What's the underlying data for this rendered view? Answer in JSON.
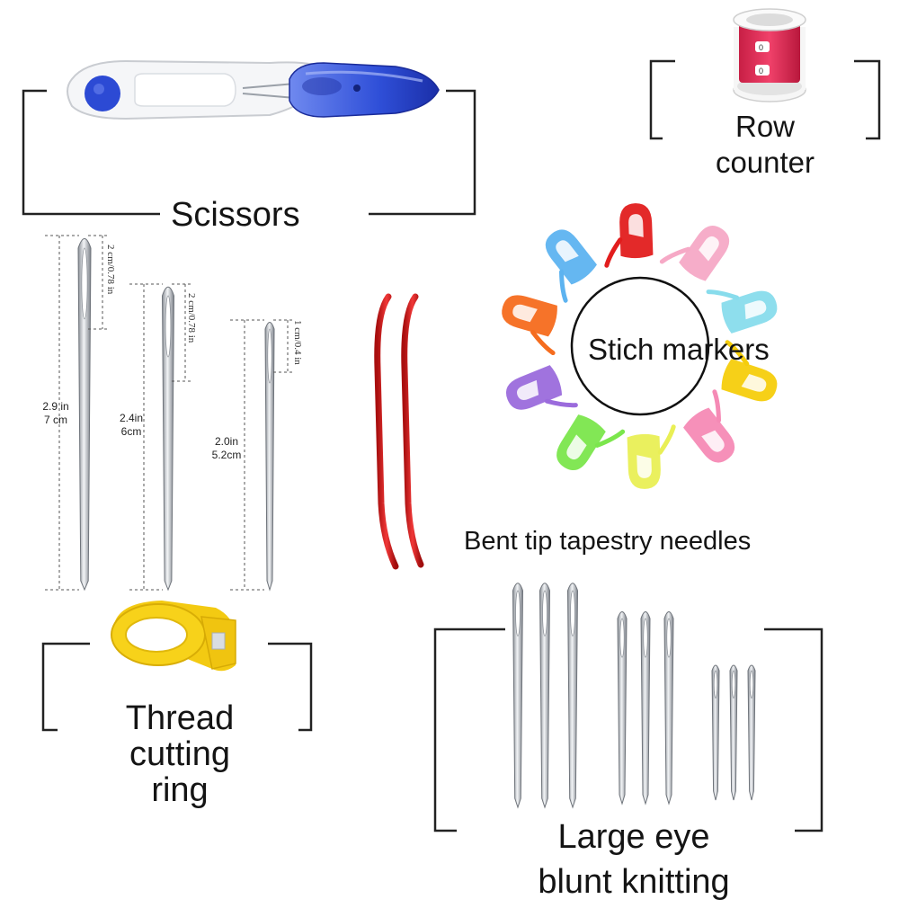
{
  "labels": {
    "scissors": "Scissors",
    "row_counter_line1": "Row",
    "row_counter_line2": "counter",
    "stitch_markers": "Stich markers",
    "bent_tip": "Bent tip tapestry needles",
    "thread_ring_line1": "Thread",
    "thread_ring_line2": "cutting",
    "thread_ring_line3": "ring",
    "large_eye_line1": "Large eye",
    "large_eye_line2": "blunt knitting"
  },
  "needle_dimensions": {
    "large": {
      "length_in": "2.9 in",
      "length_cm": "7 cm",
      "eye": "2 cm/0.78 in"
    },
    "medium": {
      "length_in": "2.4in",
      "length_cm": "6cm",
      "eye": "2 cm/0.78 in"
    },
    "small": {
      "length_in": "2.0in",
      "length_cm": "5.2cm",
      "eye": "1 cm/0.4 in"
    }
  },
  "colors": {
    "scissors_blue": "#2f4fd8",
    "counter_pink": "#e8335e",
    "bent_needle_red": "#d42020",
    "ring_yellow": "#f7d21a",
    "bracket": "#222222",
    "markers": [
      "#e21d1d",
      "#f6a9c6",
      "#88dcec",
      "#f5cd0c",
      "#f58ab5",
      "#e9ef55",
      "#7be64c",
      "#9b6bdc",
      "#f56c1e",
      "#5db3f0"
    ]
  },
  "icons": [
    "scissors-icon",
    "row-counter-icon",
    "stitch-marker-icon",
    "tapestry-needle-icon",
    "thread-cutting-ring-icon"
  ]
}
